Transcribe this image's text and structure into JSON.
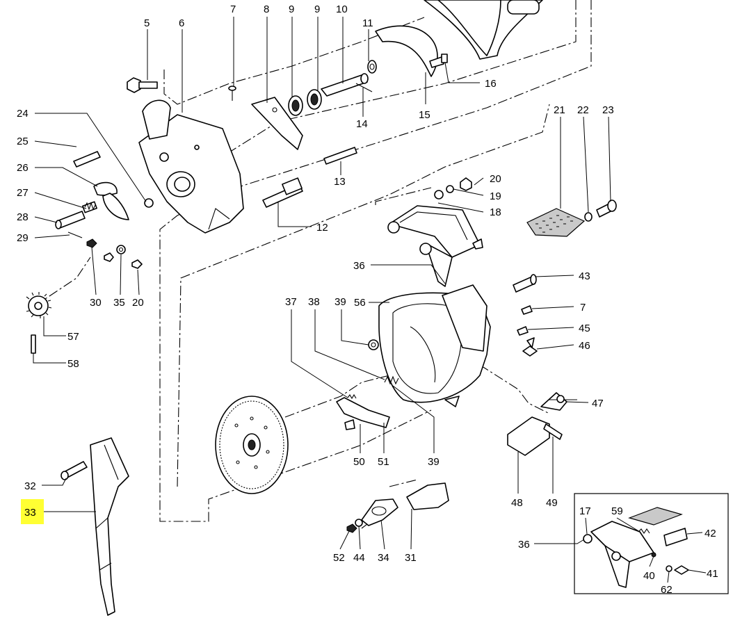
{
  "labels": {
    "p5": "5",
    "p6": "6",
    "p7a": "7",
    "p8": "8",
    "p9a": "9",
    "p9b": "9",
    "p10": "10",
    "p11": "11",
    "p16": "16",
    "p15": "15",
    "p14": "14",
    "p13": "13",
    "p12": "12",
    "p24": "24",
    "p25": "25",
    "p26": "26",
    "p27": "27",
    "p28": "28",
    "p29": "29",
    "p30": "30",
    "p35": "35",
    "p20a": "20",
    "p20b": "20",
    "p19": "19",
    "p18": "18",
    "p21": "21",
    "p22": "22",
    "p23": "23",
    "p36a": "36",
    "p43": "43",
    "p7b": "7",
    "p45": "45",
    "p46": "46",
    "p47": "47",
    "p37": "37",
    "p38": "38",
    "p39a": "39",
    "p56": "56",
    "p57": "57",
    "p58": "58",
    "p50": "50",
    "p51": "51",
    "p39b": "39",
    "p48": "48",
    "p49": "49",
    "p32": "32",
    "p33": "33",
    "p52": "52",
    "p44": "44",
    "p34": "34",
    "p31": "31",
    "p17": "17",
    "p59": "59",
    "p42": "42",
    "p36b": "36",
    "p40": "40",
    "p62": "62",
    "p41": "41"
  },
  "highlight": {
    "label": "33",
    "color": "#ffff33"
  }
}
